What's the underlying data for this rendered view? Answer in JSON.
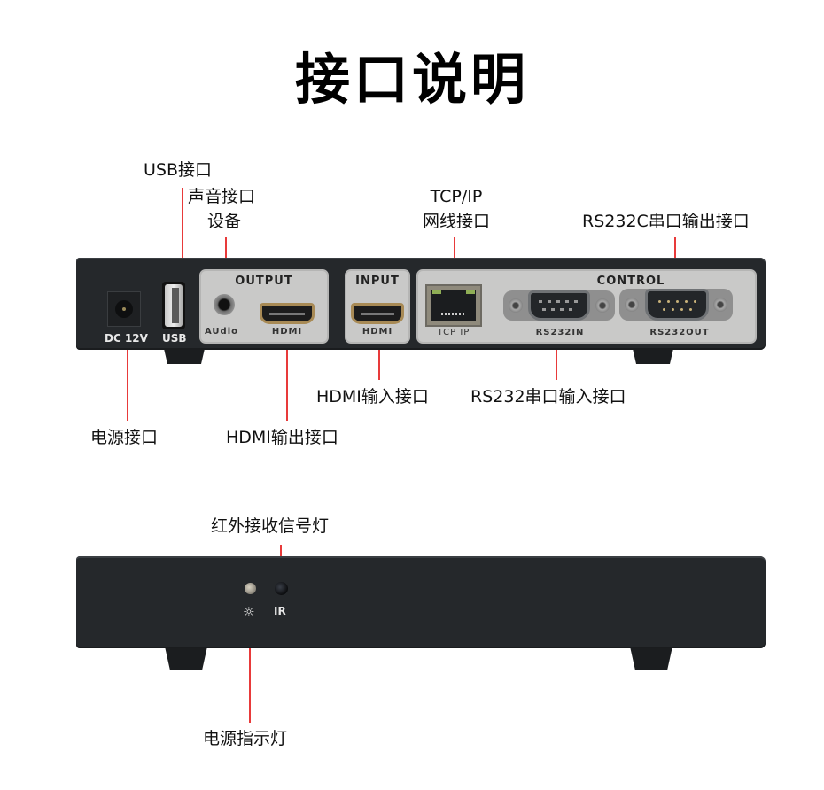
{
  "title": "接口说明",
  "rear_panel": {
    "top_labels": {
      "usb": "USB接口",
      "audio_line1": "声音接口",
      "audio_line2": "设备",
      "tcpip_line1": "TCP/IP",
      "tcpip_line2": "网线接口",
      "rs232c_out": "RS232C串口输出接口"
    },
    "bottom_labels": {
      "power": "电源接口",
      "hdmi_out": "HDMI输出接口",
      "hdmi_in": "HDMI输入接口",
      "rs232_in": "RS232串口输入接口"
    },
    "device_text": {
      "dc": "DC 12V",
      "usb": "USB",
      "output_title": "OUTPUT",
      "audio": "AUdio",
      "hdmi_out": "HDMI",
      "input_title": "INPUT",
      "hdmi_in": "HDMI",
      "control_title": "CONTROL",
      "tcpip": "TCP IP",
      "rs232in": "RS232IN",
      "rs232out": "RS232OUT"
    }
  },
  "front_panel": {
    "top_label": "红外接收信号灯",
    "bottom_label": "电源指示灯",
    "device_text": {
      "power_symbol": "☼",
      "ir": "IR"
    }
  },
  "colors": {
    "callout_line": "#e83a3a",
    "device_body": "#25282b",
    "panel_plate": "#c9c9c8"
  }
}
